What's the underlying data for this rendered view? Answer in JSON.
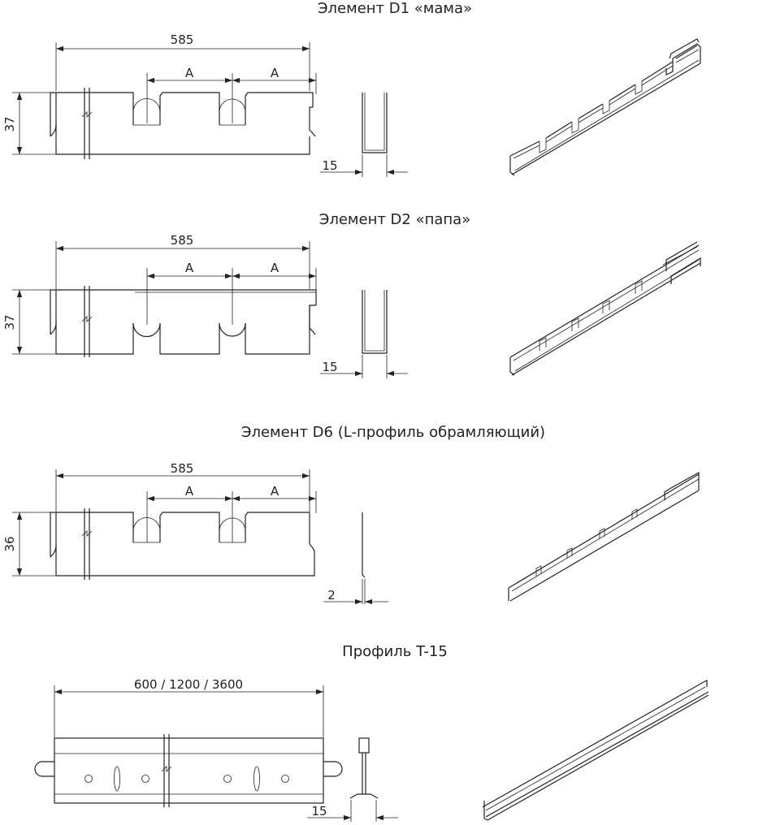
{
  "sections": [
    {
      "title": "Элемент D1 «мама»",
      "length": "585",
      "spacing": "A",
      "height": "37",
      "width": "15"
    },
    {
      "title": "Элемент D2  «папа»",
      "length": "585",
      "spacing": "A",
      "height": "37",
      "width": "15"
    },
    {
      "title": "Элемент D6  (L-профиль обрамляющий)",
      "length": "585",
      "spacing": "A",
      "height": "36",
      "width": "2"
    },
    {
      "title": "Профиль T-15",
      "length": "600 / 1200 / 3600",
      "width": "15"
    }
  ]
}
